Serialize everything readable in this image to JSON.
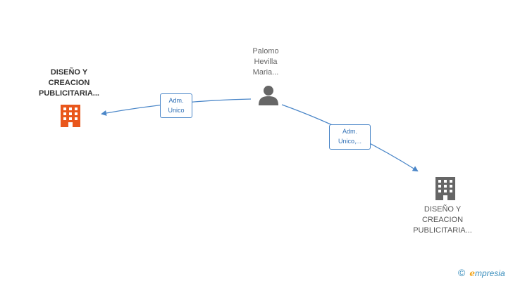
{
  "nodes": {
    "company_main": {
      "label_lines": [
        "DISEÑO Y",
        "CREACION",
        "PUBLICITARIA..."
      ],
      "color": "#e9571c",
      "icon": "building-icon"
    },
    "person": {
      "label_lines": [
        "Palomo",
        "Hevilla",
        "Maria..."
      ],
      "color": "#666666",
      "icon": "person-icon"
    },
    "company_other": {
      "label_lines": [
        "DISEÑO Y",
        "CREACION",
        "PUBLICITARIA..."
      ],
      "color": "#666666",
      "icon": "building-icon"
    }
  },
  "edges": [
    {
      "label_lines": [
        "Adm.",
        "Unico"
      ],
      "from": "person",
      "to": "company_main"
    },
    {
      "label_lines": [
        "Adm.",
        "Unico,..."
      ],
      "from": "person",
      "to": "company_other"
    }
  ],
  "edge_color": "#4a86c8",
  "footer": {
    "copyright_symbol": "©",
    "brand_initial": "e",
    "brand_rest": "mpresia"
  }
}
